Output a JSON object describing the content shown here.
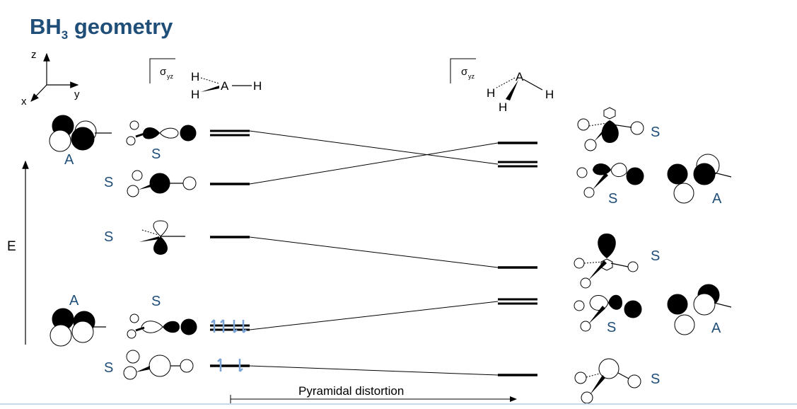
{
  "title": {
    "main": "BH",
    "sub": "3",
    "rest": " geometry"
  },
  "axes": {
    "z": "z",
    "y": "y",
    "x": "x"
  },
  "energy_label": "E",
  "sigma_label": {
    "symbol": "σ",
    "subscript": "yz"
  },
  "atom_labels": {
    "central": "A",
    "ligand": "H"
  },
  "distortion_label": "Pyramidal distortion",
  "symmetry": {
    "reference_left": "A",
    "planar_orbitals": [
      "S",
      "S",
      "S",
      "S",
      "S"
    ],
    "pyramidal_orbitals": [
      "S",
      "S",
      "A",
      "S",
      "S",
      "A",
      "S"
    ]
  },
  "colors": {
    "title": "#1f4e79",
    "labels": "#1f4e79",
    "electron_arrows": "#7ba3d6",
    "lines": "#000000"
  }
}
